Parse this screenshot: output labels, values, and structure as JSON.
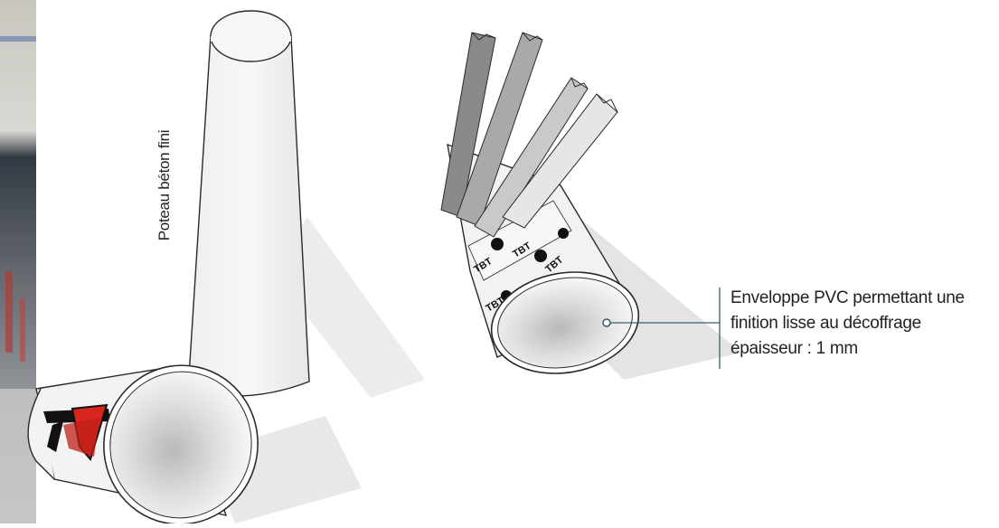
{
  "labels": {
    "column": "Poteau béton fini",
    "callout_lines": [
      "Enveloppe PVC permettant une",
      "finition lisse au décoffrage",
      "épaisseur : 1 mm"
    ]
  },
  "tape_print": "TBT",
  "colors": {
    "tube_body": "#f4f4f4",
    "tube_outline": "#2a2a2a",
    "shadow": "#e4e4e4",
    "leader_line": "#3d5a6a",
    "strip_dark": "#8a8a8a",
    "strip_mid": "#a9a9a9",
    "strip_light": "#c9c9c9",
    "strip_lightest": "#e6e6e6",
    "accent_red": "#d8261e"
  }
}
